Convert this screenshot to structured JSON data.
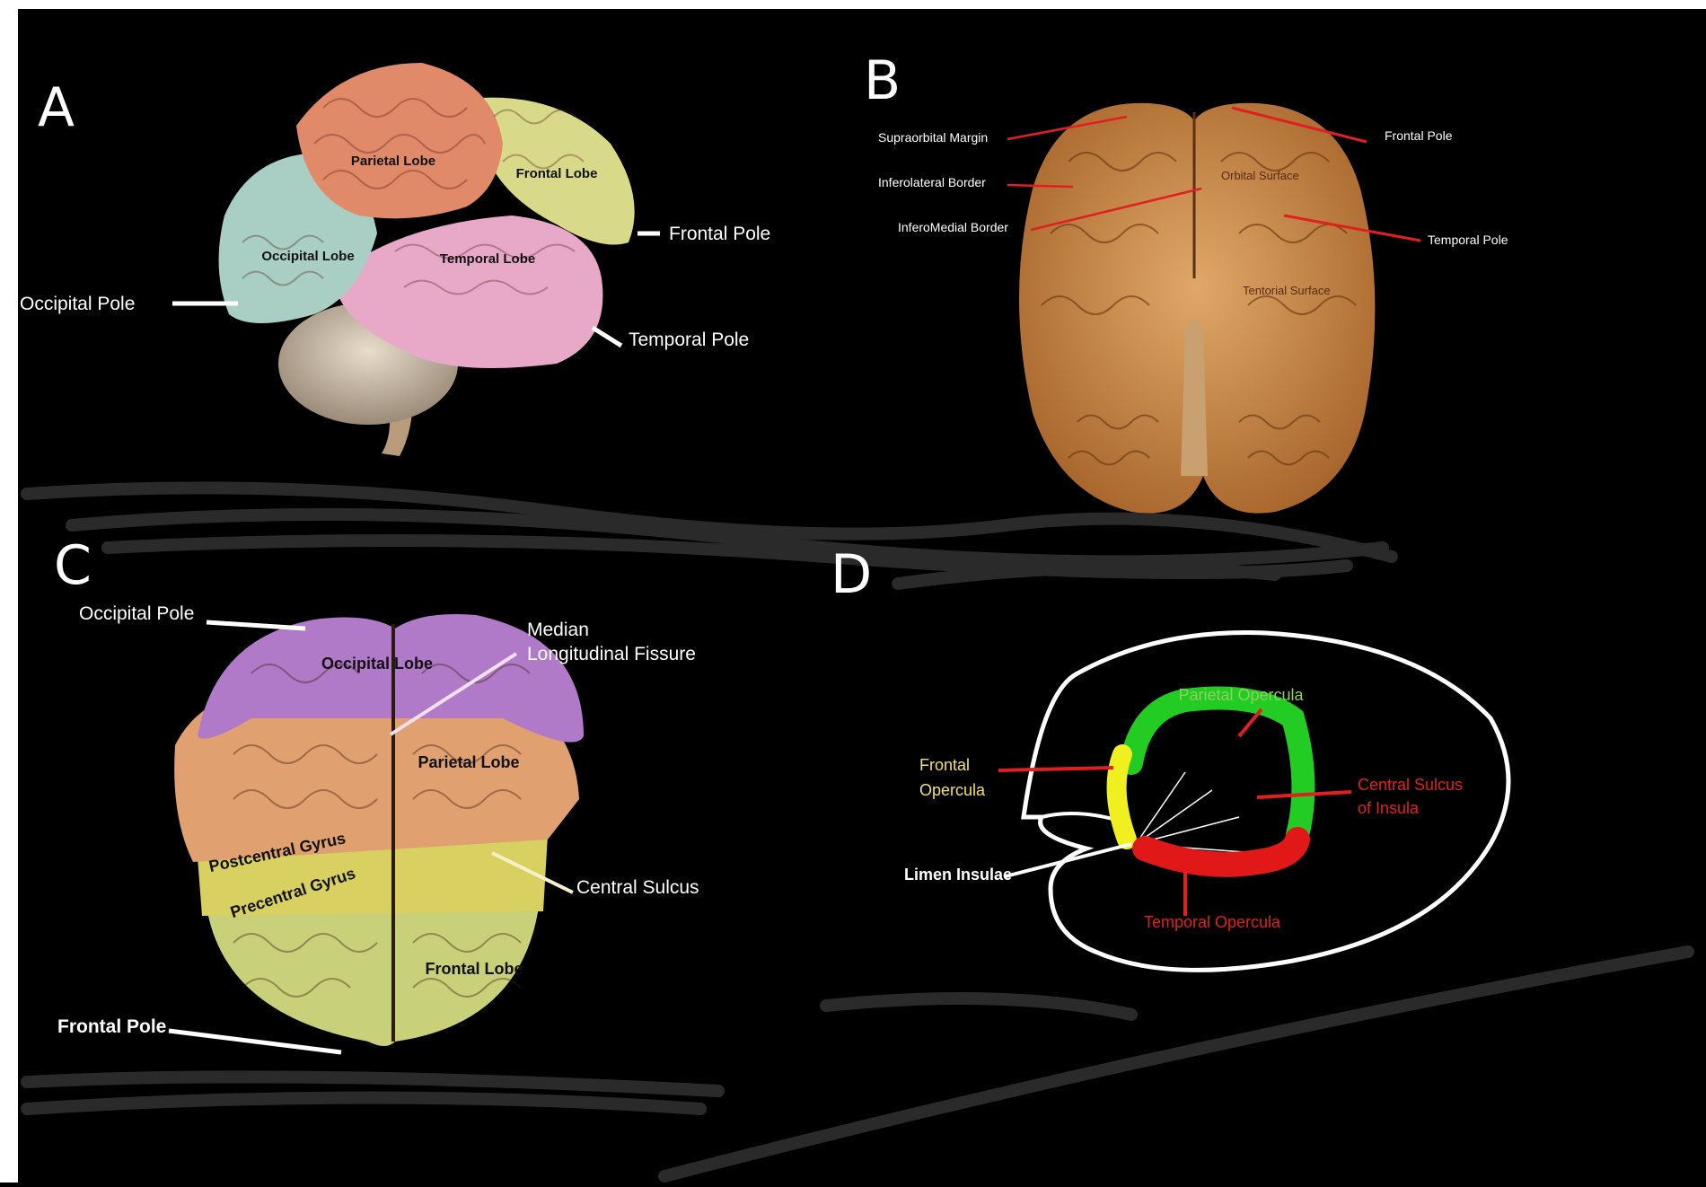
{
  "panels": {
    "a": {
      "letter": "A",
      "labels": {
        "parietal_lobe": "Parietal Lobe",
        "frontal_lobe": "Frontal Lobe",
        "occipital_lobe": "Occipital Lobe",
        "temporal_lobe": "Temporal Lobe",
        "frontal_pole": "Frontal Pole",
        "occipital_pole": "Occipital Pole",
        "temporal_pole": "Temporal Pole"
      }
    },
    "b": {
      "letter": "B",
      "labels": {
        "supraorbital_margin": "Supraorbital Margin",
        "inferolateral_border": "Inferolateral Border",
        "inferomedial_border": "InferoMedial Border",
        "frontal_pole": "Frontal Pole",
        "orbital_surface": "Orbital Surface",
        "temporal_pole": "Temporal Pole",
        "tentorial_surface": "Tentorial Surface"
      }
    },
    "c": {
      "letter": "C",
      "labels": {
        "occipital_pole": "Occipital Pole",
        "occipital_lobe": "Occipital Lobe",
        "median_fissure_line1": "Median",
        "median_fissure_line2": "Longitudinal Fissure",
        "parietal_lobe": "Parietal Lobe",
        "postcentral_gyrus": "Postcentral Gyrus",
        "precentral_gyrus": "Precentral Gyrus",
        "central_sulcus": "Central Sulcus",
        "frontal_lobe": "Frontal Lobe",
        "frontal_pole": "Frontal Pole"
      }
    },
    "d": {
      "letter": "D",
      "labels": {
        "parietal_opercula": "Parietal Opercula",
        "frontal_opercula_line1": "Frontal",
        "frontal_opercula_line2": "Opercula",
        "central_sulcus_line1": "Central Sulcus",
        "central_sulcus_line2": "of Insula",
        "limen_insulae": "Limen Insulae",
        "temporal_opercula": "Temporal Opercula"
      }
    }
  },
  "colors": {
    "background": "#000000",
    "parietal": "#e08a6a",
    "frontal_a": "#d9d98a",
    "occipital_a": "#a9cfc4",
    "temporal_a": "#e8a9c8",
    "brain_b": "#c98a4a",
    "occipital_c": "#b07ac8",
    "parietal_c": "#e0a070",
    "precentral_c": "#d8d060",
    "frontal_c": "#c8d07a",
    "red_label": "#e02020",
    "green_operculum": "#22cc22",
    "yellow_operculum": "#f0f020",
    "yellow_label": "#f0e070",
    "green_label": "#90d060"
  }
}
